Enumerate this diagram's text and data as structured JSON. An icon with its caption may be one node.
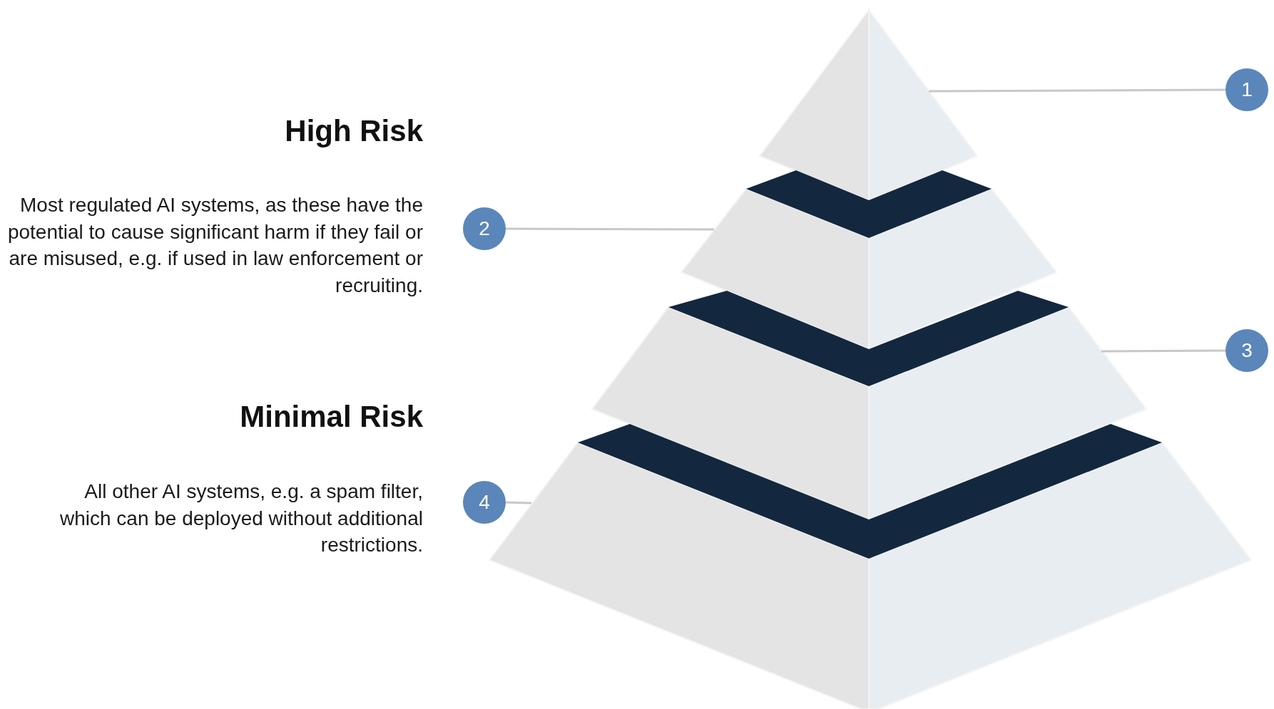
{
  "diagram": {
    "nodes": [
      {
        "text": [],
        "shape": "triangle"
      },
      {
        "text": [],
        "shape": "band"
      },
      {
        "text": [],
        "shape": "band"
      },
      {
        "text": [],
        "shape": "band"
      },
      {
        "text": [
          "1"
        ]
      },
      {
        "text": [
          "2"
        ]
      },
      {
        "text": [
          "3"
        ]
      },
      {
        "text": [
          "4"
        ]
      }
    ],
    "edges": [
      {
        "from": 4,
        "to": 0,
        "arrow": "none"
      },
      {
        "from": 5,
        "to": 1,
        "arrow": "none"
      },
      {
        "from": 6,
        "to": 2,
        "arrow": "none"
      },
      {
        "from": 7,
        "to": 3,
        "arrow": "none"
      }
    ],
    "labels": [
      "High Risk",
      "Most regulated AI systems, as these have the potential to cause significant harm if they fail or are misused, e.g. if used in law enforcement or recruiting.",
      "Minimal Risk",
      "All other AI systems, e.g. a spam filter, which can be deployed without additional restrictions."
    ]
  }
}
